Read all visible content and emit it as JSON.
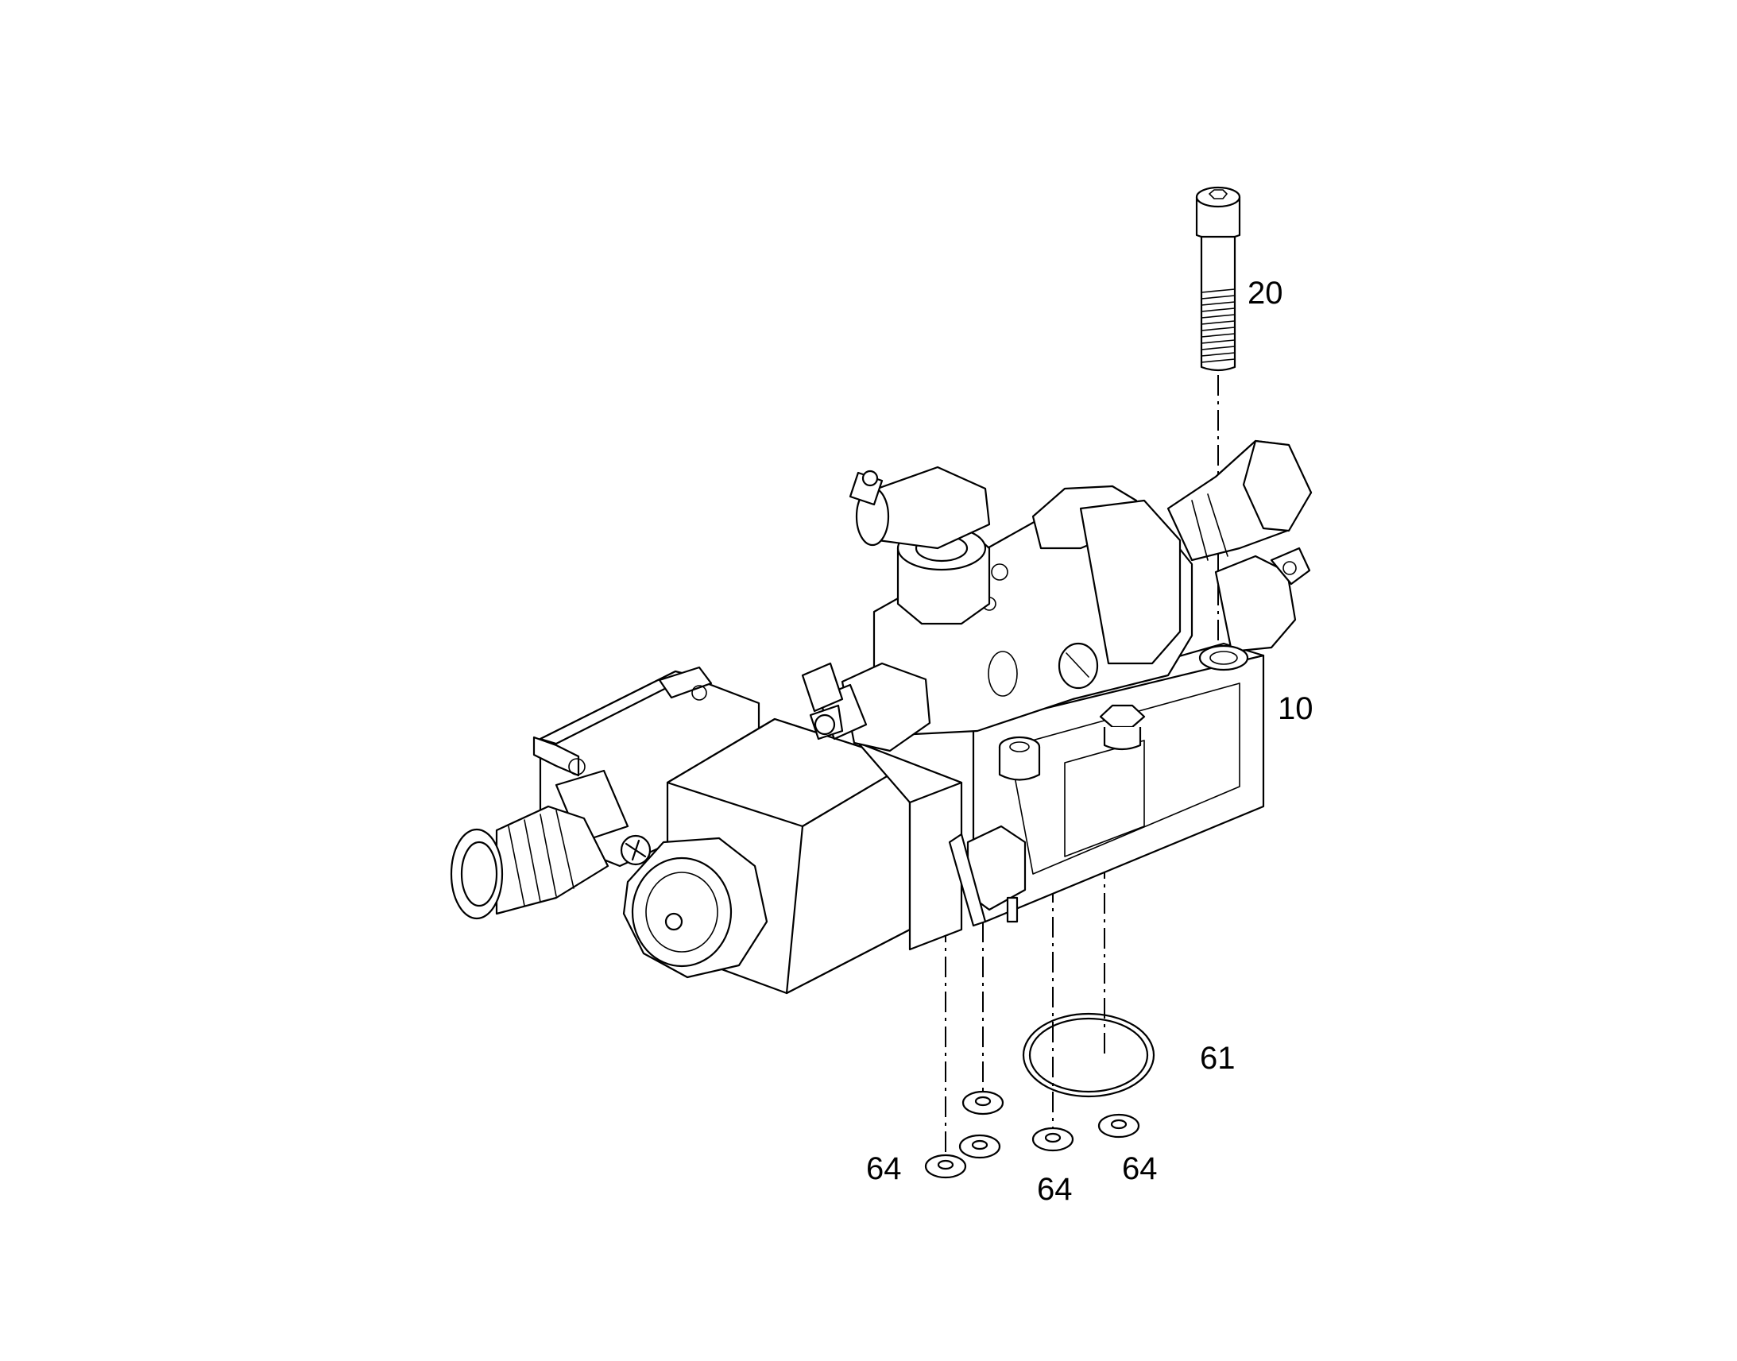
{
  "callouts": {
    "bolt": "20",
    "valve_block": "10",
    "o_ring": "61",
    "seal_left": "64",
    "seal_middle": "64",
    "seal_right": "64"
  }
}
